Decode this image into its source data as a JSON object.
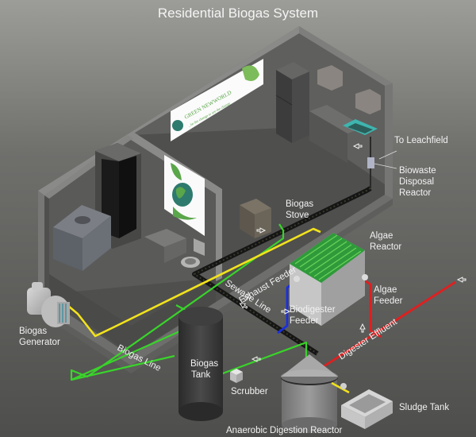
{
  "title": "Residential Biogas System",
  "poster": {
    "brand": "GREEN NEWWORLD",
    "tagline": "...be the change to see the change"
  },
  "labels": {
    "to_leachfield": "To Leachfield",
    "biowaste_1": "Biowaste",
    "biowaste_2": "Disposal",
    "biowaste_3": "Reactor",
    "stove_1": "Biogas",
    "stove_2": "Stove",
    "algae_reactor_1": "Algae",
    "algae_reactor_2": "Reactor",
    "exhaust_feeder": "Exhaust Feeder",
    "sewage_line": "Sewage Line",
    "biodigester_feeder_1": "Biodigester",
    "biodigester_feeder_2": "Feeder",
    "algae_feeder_1": "Algae",
    "algae_feeder_2": "Feeder",
    "digester_effluent": "Digester Effluent",
    "generator_1": "Biogas",
    "generator_2": "Generator",
    "biogas_line": "Biogas Line",
    "tank_1": "Biogas",
    "tank_2": "Tank",
    "scrubber": "Scrubber",
    "sludge_tank": "Sludge Tank",
    "anaerobic_reactor": "Anaerobic Digestion Reactor"
  },
  "colors": {
    "biogas_line": "#39d42a",
    "exhaust_line": "#f2e21c",
    "sewage_line": "#1a1a1a",
    "biodigester_feeder": "#1a2fe0",
    "effluent_line": "#e01f1f",
    "algae_fill": "#2f9a3a"
  }
}
